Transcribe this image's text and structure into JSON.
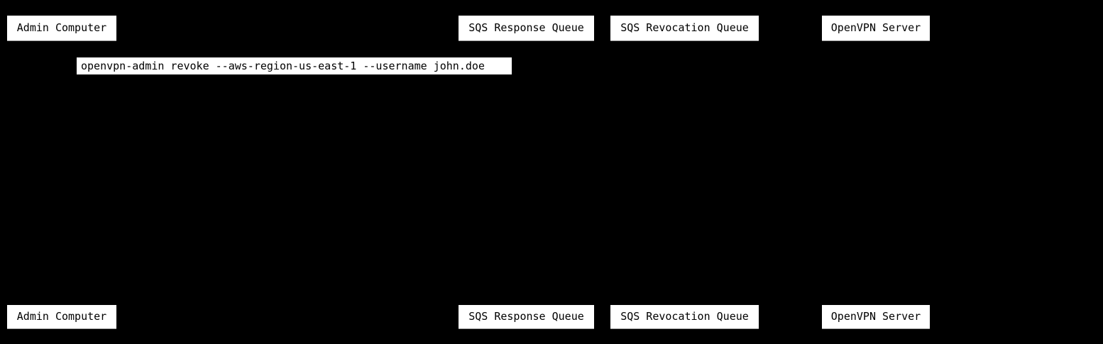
{
  "diagram": {
    "type": "sequence-diagram",
    "colors": {
      "background": "#000000",
      "box_fill": "#ffffff",
      "box_text": "#000000"
    },
    "actors": [
      {
        "label": "Admin Computer"
      },
      {
        "label": "SQS Response Queue"
      },
      {
        "label": "SQS Revocation Queue"
      },
      {
        "label": "OpenVPN Server"
      }
    ],
    "messages": [
      {
        "label": "openvpn-admin revoke --aws-region-us-east-1 --username john.doe"
      }
    ]
  }
}
